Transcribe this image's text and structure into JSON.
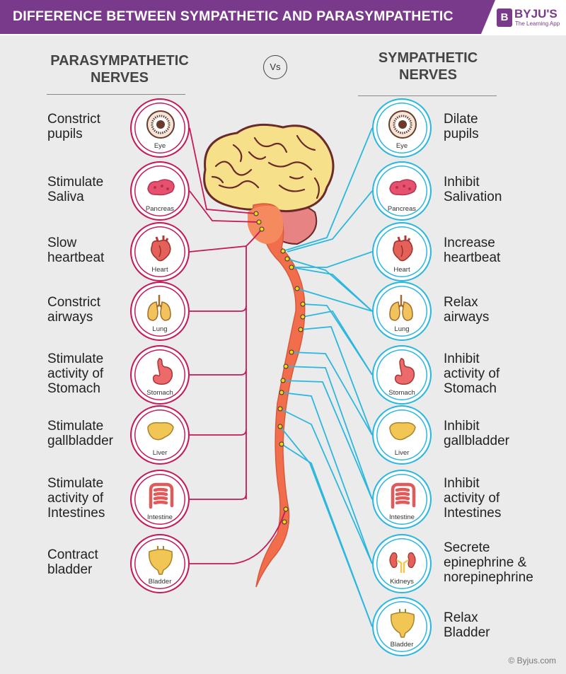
{
  "header": {
    "title": "DIFFERENCE BETWEEN SYMPATHETIC AND PARASYMPATHETIC",
    "logo_letter": "B",
    "logo_name": "BYJU'S",
    "logo_tagline": "The Learning App"
  },
  "vs_label": "Vs",
  "parasympathetic": {
    "heading_line1": "PARASYMPATHETIC",
    "heading_line2": "NERVES",
    "items": [
      {
        "organ": "Eye",
        "icon": "eye-icon",
        "effect": [
          "Constrict",
          "pupils"
        ]
      },
      {
        "organ": "Pancreas",
        "icon": "pancreas-icon",
        "effect": [
          "Stimulate",
          "Saliva"
        ]
      },
      {
        "organ": "Heart",
        "icon": "heart-icon",
        "effect": [
          "Slow",
          "heartbeat"
        ]
      },
      {
        "organ": "Lung",
        "icon": "lungs-icon",
        "effect": [
          "Constrict",
          "airways"
        ]
      },
      {
        "organ": "Stomach",
        "icon": "stomach-icon",
        "effect": [
          "Stimulate",
          "activity of",
          "Stomach"
        ]
      },
      {
        "organ": "Liver",
        "icon": "liver-icon",
        "effect": [
          "Stimulate",
          "gallbladder"
        ]
      },
      {
        "organ": "Intestine",
        "icon": "intestine-icon",
        "effect": [
          "Stimulate",
          "activity of",
          "Intestines"
        ]
      },
      {
        "organ": "Bladder",
        "icon": "bladder-icon",
        "effect": [
          "Contract",
          "bladder"
        ]
      }
    ]
  },
  "sympathetic": {
    "heading_line1": "SYMPATHETIC",
    "heading_line2": "NERVES",
    "items": [
      {
        "organ": "Eye",
        "icon": "eye-icon",
        "effect": [
          "Dilate",
          "pupils"
        ]
      },
      {
        "organ": "Pancreas",
        "icon": "pancreas-icon",
        "effect": [
          "Inhibit",
          "Salivation"
        ]
      },
      {
        "organ": "Heart",
        "icon": "heart-icon",
        "effect": [
          "Increase",
          "heartbeat"
        ]
      },
      {
        "organ": "Lung",
        "icon": "lungs-icon",
        "effect": [
          "Relax",
          "airways"
        ]
      },
      {
        "organ": "Stomach",
        "icon": "stomach-icon",
        "effect": [
          "Inhibit",
          "activity of",
          "Stomach"
        ]
      },
      {
        "organ": "Liver",
        "icon": "liver-icon",
        "effect": [
          "Inhibit",
          "gallbladder"
        ]
      },
      {
        "organ": "Intestine",
        "icon": "intestine-icon",
        "effect": [
          "Inhibit",
          "activity of",
          "Intestines"
        ]
      },
      {
        "organ": "Kidneys",
        "icon": "kidneys-icon",
        "effect": [
          "Secrete",
          "epinephrine &",
          "norepinephrine"
        ]
      },
      {
        "organ": "Bladder",
        "icon": "bladder-icon",
        "effect": [
          "Relax",
          "Bladder"
        ]
      }
    ]
  },
  "colors": {
    "parasympathetic": "#c5195a",
    "sympathetic": "#2bb7df",
    "brand": "#7a3a8c",
    "spine": "#f26d4b",
    "brain": "#f7e08a"
  },
  "footer": "© Byjus.com"
}
